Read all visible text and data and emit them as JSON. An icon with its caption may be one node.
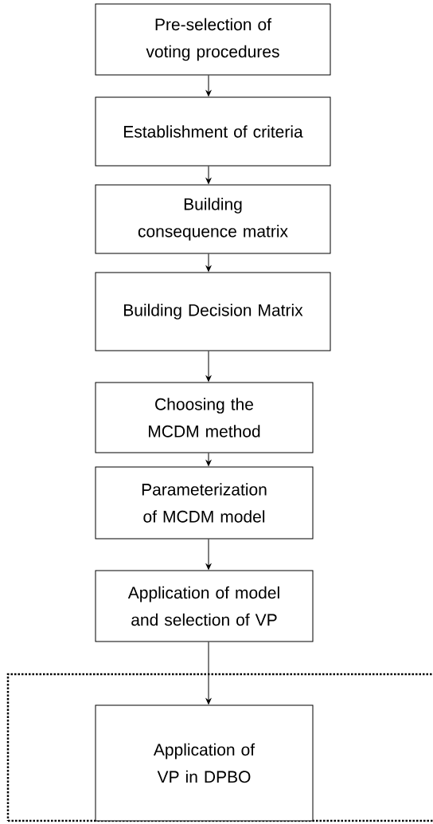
{
  "diagram": {
    "nodes": [
      {
        "text": [
          "Pre-selection of voting procedures"
        ]
      },
      {
        "text": [
          "Establishment of criteria"
        ]
      },
      {
        "text": [
          "Building consequence matrix"
        ]
      },
      {
        "text": [
          "Building Decision Matrix"
        ]
      },
      {
        "text": [
          "Choosing the MCDM method"
        ]
      },
      {
        "text": [
          "Parameterization of MCDM model"
        ]
      },
      {
        "text": [
          "Application of model and selection of VP"
        ]
      },
      {
        "text": [],
        "shape": "box"
      },
      {
        "text": [
          "Application of VP in DPBO"
        ],
        "in": 7
      }
    ],
    "edges": [
      {
        "from": 0,
        "to": 1,
        "arrow": "to"
      },
      {
        "from": 1,
        "to": 2,
        "arrow": "to"
      },
      {
        "from": 2,
        "to": 3,
        "arrow": "to"
      },
      {
        "from": 3,
        "to": 4,
        "arrow": "to"
      },
      {
        "from": 4,
        "to": 5,
        "arrow": "to"
      },
      {
        "from": 5,
        "to": 6,
        "arrow": "to"
      },
      {
        "from": 6,
        "to": 8,
        "arrow": "to"
      }
    ]
  }
}
